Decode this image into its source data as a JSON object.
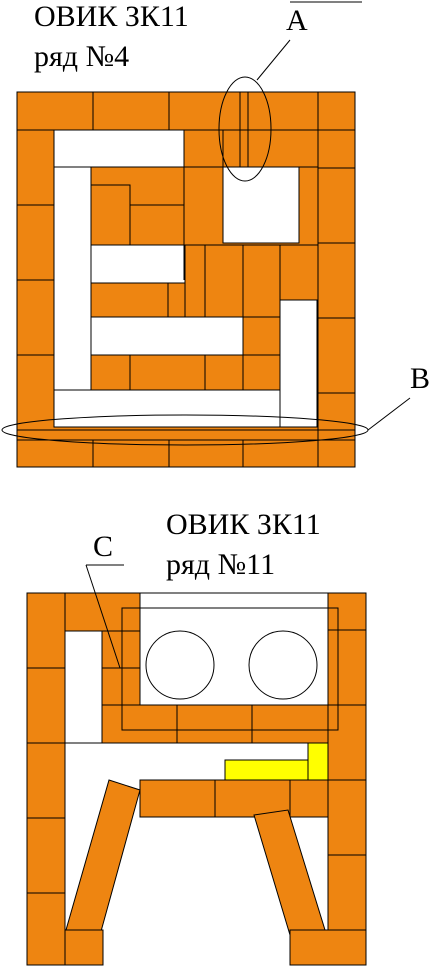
{
  "top_plan": {
    "title_line1": "ОВИК ЗК11",
    "title_line2": "ряд №4",
    "callout_a": "A",
    "callout_b": "B"
  },
  "bottom_plan": {
    "title_line1": "ОВИК ЗК11",
    "title_line2": "ряд №11",
    "callout_c": "C"
  },
  "colors": {
    "brick": "#ee8511",
    "accent_brick": "#ffff00",
    "outline": "#000000",
    "background": "#ffffff"
  }
}
